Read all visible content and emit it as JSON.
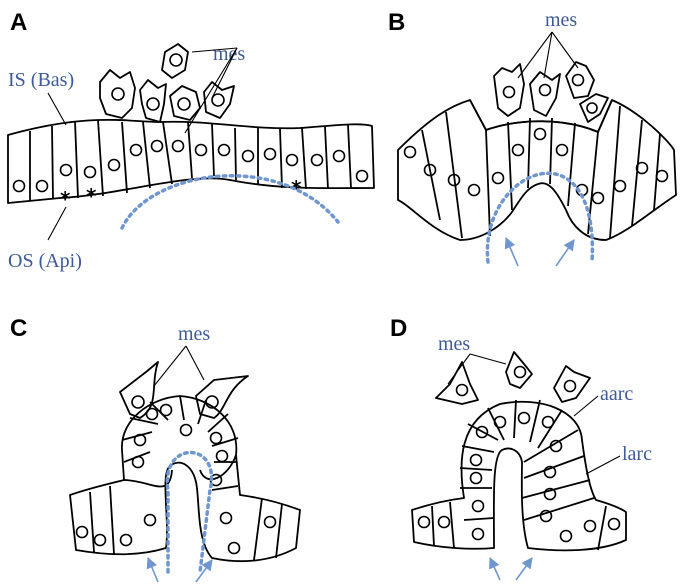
{
  "colors": {
    "label": "#3d5a99",
    "dots": "#7096cf",
    "arrow": "#7096cf",
    "outline": "#000000"
  },
  "panels": [
    {
      "letter": "A",
      "labels": {
        "mes": "mes",
        "is": "IS (Bas)",
        "os": "OS (Api)"
      },
      "marker": "*"
    },
    {
      "letter": "B",
      "labels": {
        "mes": "mes"
      }
    },
    {
      "letter": "C",
      "labels": {
        "mes": "mes"
      }
    },
    {
      "letter": "D",
      "labels": {
        "mes": "mes",
        "aarc": "aarc",
        "larc": "larc"
      }
    }
  ]
}
